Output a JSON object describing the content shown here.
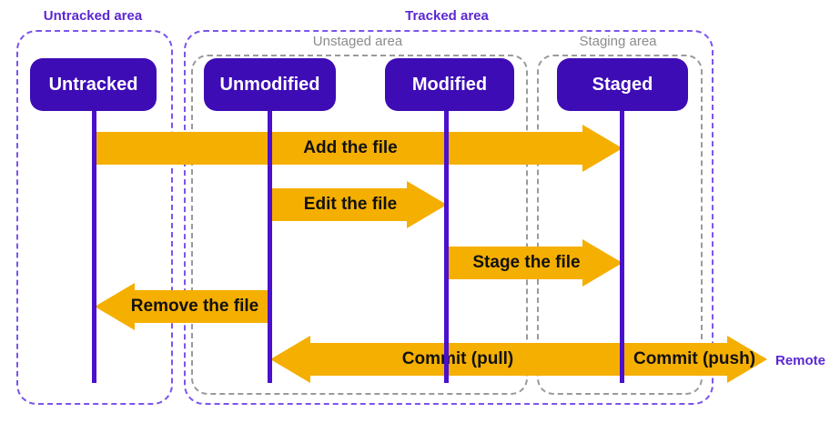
{
  "areas": {
    "untracked": {
      "label": "Untracked area"
    },
    "tracked": {
      "label": "Tracked area"
    },
    "unstaged": {
      "label": "Unstaged area"
    },
    "staging": {
      "label": "Staging area"
    }
  },
  "nodes": {
    "untracked": {
      "label": "Untracked"
    },
    "unmodified": {
      "label": "Unmodified"
    },
    "modified": {
      "label": "Modified"
    },
    "staged": {
      "label": "Staged"
    }
  },
  "arrows": {
    "add": {
      "label": "Add the file",
      "direction": "right",
      "from": "Untracked",
      "to": "Staged"
    },
    "edit": {
      "label": "Edit the file",
      "direction": "right",
      "from": "Unmodified",
      "to": "Modified"
    },
    "stage": {
      "label": "Stage the file",
      "direction": "right",
      "from": "Modified",
      "to": "Staged"
    },
    "remove": {
      "label": "Remove the file",
      "direction": "left",
      "from": "Unmodified",
      "to": "Untracked"
    },
    "commit": {
      "direction": "both",
      "labels": {
        "pull": "Commit (pull)",
        "push": "Commit (push)"
      },
      "from": "Unmodified",
      "to": "Remote"
    }
  },
  "remote": {
    "label": "Remote"
  },
  "colors": {
    "node_purple": "#3D0CB5",
    "lifeline_purple": "#4A10CE",
    "area_border_purple": "#7C55EC",
    "area_label_purple": "#5C27D2",
    "gray_border": "#9A9A9A",
    "gray_label": "#8C8C8C",
    "arrow_amber": "#F5AF00",
    "arrow_text": "#111111",
    "node_text": "#FFFFFF",
    "remote_purple": "#5C27D2",
    "background": "#FFFFFF"
  }
}
